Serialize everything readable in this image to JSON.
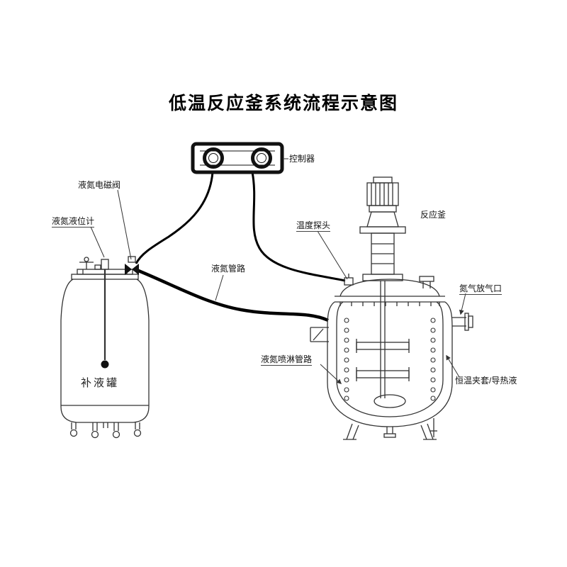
{
  "title": "低温反应釜系统流程示意图",
  "labels": {
    "controller": "控制器",
    "ln2_solenoid_valve": "液氮电磁阀",
    "ln2_level_gauge": "液氮液位计",
    "temperature_probe": "温度探头",
    "reactor": "反应釜",
    "ln2_pipeline": "液氮管路",
    "n2_vent_port": "氮气放气口",
    "ln2_spray_pipeline": "液氮喷淋管路",
    "jacket_heat_fluid": "恒温夹套/导热液",
    "supply_tank": "补液罐"
  },
  "colors": {
    "line": "#333333",
    "pipe": "#000000",
    "background": "#ffffff"
  }
}
